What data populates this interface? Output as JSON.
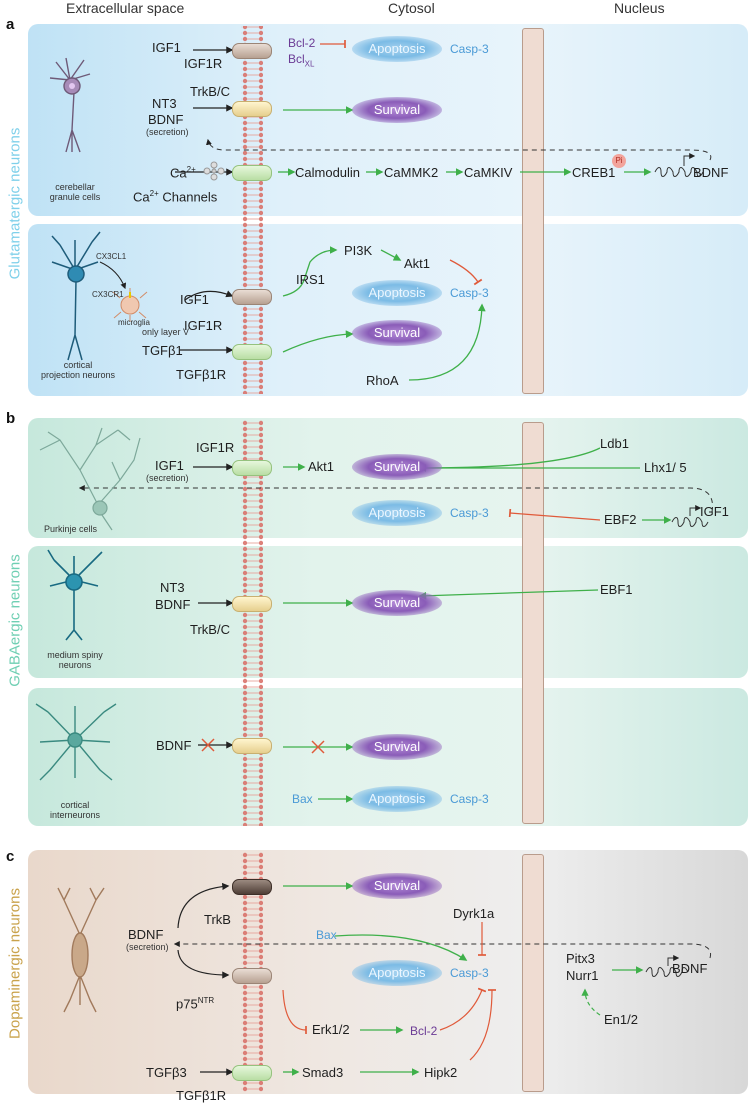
{
  "headers": {
    "extracellular": "Extracellular space",
    "cytosol": "Cytosol",
    "nucleus": "Nucleus"
  },
  "panel_labels": {
    "a": "a",
    "b": "b",
    "c": "c"
  },
  "side_labels": {
    "glutamatergic": "Glutamatergic neurons",
    "gabaergic": "GABAergic neurons",
    "dopaminergic": "Dopaminergic neurons"
  },
  "colors": {
    "glutamatergic": "#7fd0ea",
    "gabaergic": "#6fcfb3",
    "dopaminergic": "#c9a24b",
    "activation": "#3fb04a",
    "inhibition": "#e05a3a",
    "apoptosis": "#7bbbe5",
    "survival": "#8a5cb8"
  },
  "panel_a1": {
    "cell": "cerebellar\ngranule cells",
    "igf1": "IGF1",
    "igf1r": "IGF1R",
    "bcl2": "Bcl-2",
    "bclxl": "Bcl",
    "bclxl_sub": "XL",
    "apoptosis": "Apoptosis",
    "casp3": "Casp-3",
    "nt3": "NT3",
    "trkbc": "TrkB/C",
    "bdnf": "BDNF",
    "secretion": "(secretion)",
    "survival": "Survival",
    "ca": "Ca",
    "ca_sup": "2+",
    "ca_channels": "Ca",
    "ca_channels_sup": "2+",
    "ca_channels_rest": " Channels",
    "calmodulin": "Calmodulin",
    "camkk2": "CaMMK2",
    "camkiv": "CaMKIV",
    "creb1": "CREB1",
    "pi": "Pi",
    "bdnf_gene": "BDNF"
  },
  "panel_a2": {
    "cell": "cortical\nprojection neurons",
    "cx3cl1": "CX3CL1",
    "cx3cr1": "CX3CR1",
    "microglia": "microglia",
    "only_layer": "only layer V",
    "igf1": "IGF1",
    "igf1r": "IGF1R",
    "irs1": "IRS1",
    "pi3k": "PI3K",
    "akt1": "Akt1",
    "apoptosis": "Apoptosis",
    "casp3": "Casp-3",
    "survival": "Survival",
    "tgfb1": "TGFβ1",
    "tgfb1r": "TGFβ1R",
    "rhoa": "RhoA"
  },
  "panel_b1": {
    "cell": "Purkinje cells",
    "igf1r": "IGF1R",
    "igf1": "IGF1",
    "secretion": "(secretion)",
    "akt1": "Akt1",
    "survival": "Survival",
    "ldb1": "Ldb1",
    "lhx": "Lhx1/ 5",
    "apoptosis": "Apoptosis",
    "casp3": "Casp-3",
    "ebf2": "EBF2",
    "igf1_gene": "IGF1"
  },
  "panel_b2": {
    "cell": "medium spiny\nneurons",
    "nt3": "NT3",
    "bdnf": "BDNF",
    "trkbc": "TrkB/C",
    "survival": "Survival",
    "ebf1": "EBF1"
  },
  "panel_b3": {
    "cell": "cortical\ninterneurons",
    "bdnf": "BDNF",
    "survival": "Survival",
    "bax": "Bax",
    "apoptosis": "Apoptosis",
    "casp3": "Casp-3"
  },
  "panel_c": {
    "survival": "Survival",
    "trkb": "TrkB",
    "bdnf": "BDNF",
    "secretion": "(secretion)",
    "bax": "Bax",
    "dyrk1a": "Dyrk1a",
    "apoptosis": "Apoptosis",
    "casp3": "Casp-3",
    "p75": "p75",
    "p75_sup": "NTR",
    "erk": "Erk1/2",
    "bcl2": "Bcl-2",
    "tgfb3": "TGFβ3",
    "tgfb1r": "TGFβ1R",
    "smad3": "Smad3",
    "hipk2": "Hipk2",
    "pitx3": "Pitx3",
    "nurr1": "Nurr1",
    "bdnf_gene": "BDNF",
    "en": "En1/2"
  }
}
